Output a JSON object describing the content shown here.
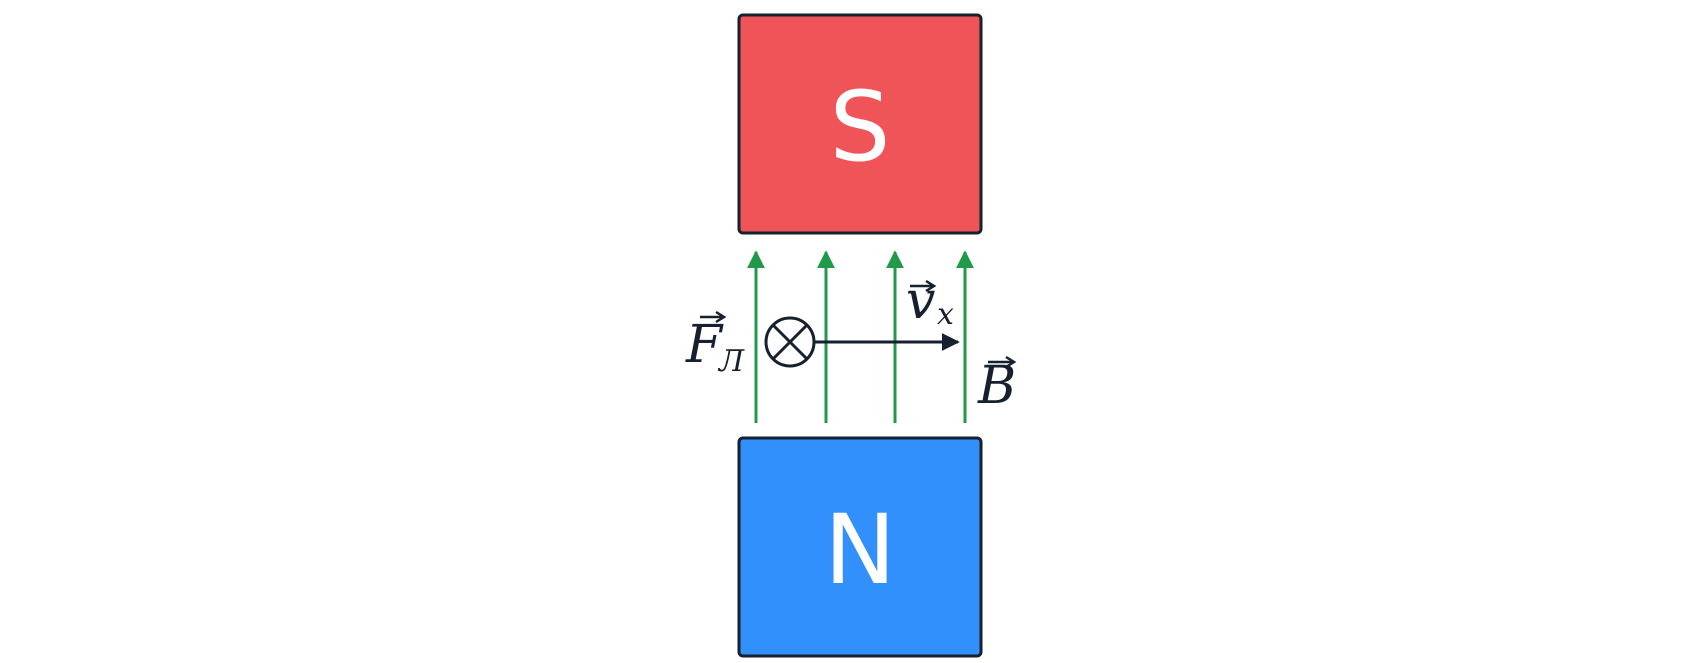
{
  "magnets": {
    "top": {
      "label": "S",
      "color": "#ef5558"
    },
    "bottom": {
      "label": "N",
      "color": "#3190fb"
    }
  },
  "field": {
    "symbol": "B",
    "line_count": 4,
    "direction": "up",
    "color": "#20994a"
  },
  "force": {
    "symbol": "F",
    "subscript": "Л",
    "marker": "into-page"
  },
  "velocity": {
    "symbol": "v",
    "subscript": "x",
    "direction": "right"
  },
  "colors": {
    "outline": "#16202e"
  }
}
